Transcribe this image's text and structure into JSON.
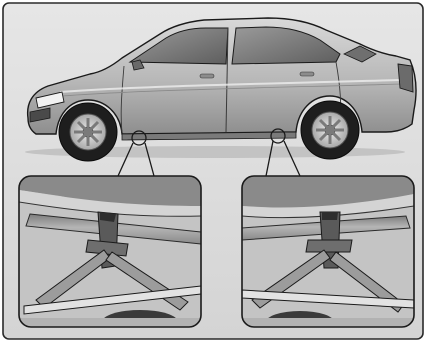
{
  "figure": {
    "subject": "sedan-on-jack",
    "callouts": [
      {
        "side": "front",
        "icon": "front-jack-point-icon"
      },
      {
        "side": "rear",
        "icon": "rear-jack-point-icon"
      }
    ],
    "colors": {
      "frame_bg": "#dcdcdc",
      "car_body": "#bfbfbf",
      "car_shadow": "#8f8f8f",
      "tire": "#1e1e1e",
      "rim": "#cfcfcf",
      "outline": "#1a1a1a",
      "detail_bg": "#c9c9c9"
    }
  }
}
